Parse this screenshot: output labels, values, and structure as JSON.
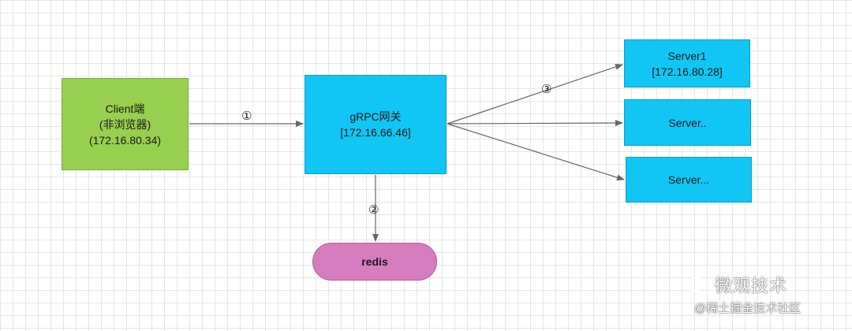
{
  "nodes": {
    "client": {
      "line1": "Client端",
      "line2": "(非浏览器)",
      "line3": "(172.16.80.34)"
    },
    "gateway": {
      "line1": "gRPC网关",
      "line2": "[172.16.66.46]"
    },
    "server1": {
      "line1": "Server1",
      "line2": "[172.16.80.28]"
    },
    "server2": {
      "line1": "Server.."
    },
    "server3": {
      "line1": "Server..."
    },
    "redis": {
      "label": "redis"
    }
  },
  "steps": {
    "step1": "①",
    "step2": "②",
    "step3": "③"
  },
  "colors": {
    "client_fill": "#97cf4f",
    "gateway_fill": "#11c5f5",
    "server_fill": "#11c5f5",
    "redis_fill": "#d67cbf",
    "edge": "#666666"
  },
  "watermark": {
    "title": "微观技术",
    "subtitle": "@稀土掘金技术社区"
  }
}
